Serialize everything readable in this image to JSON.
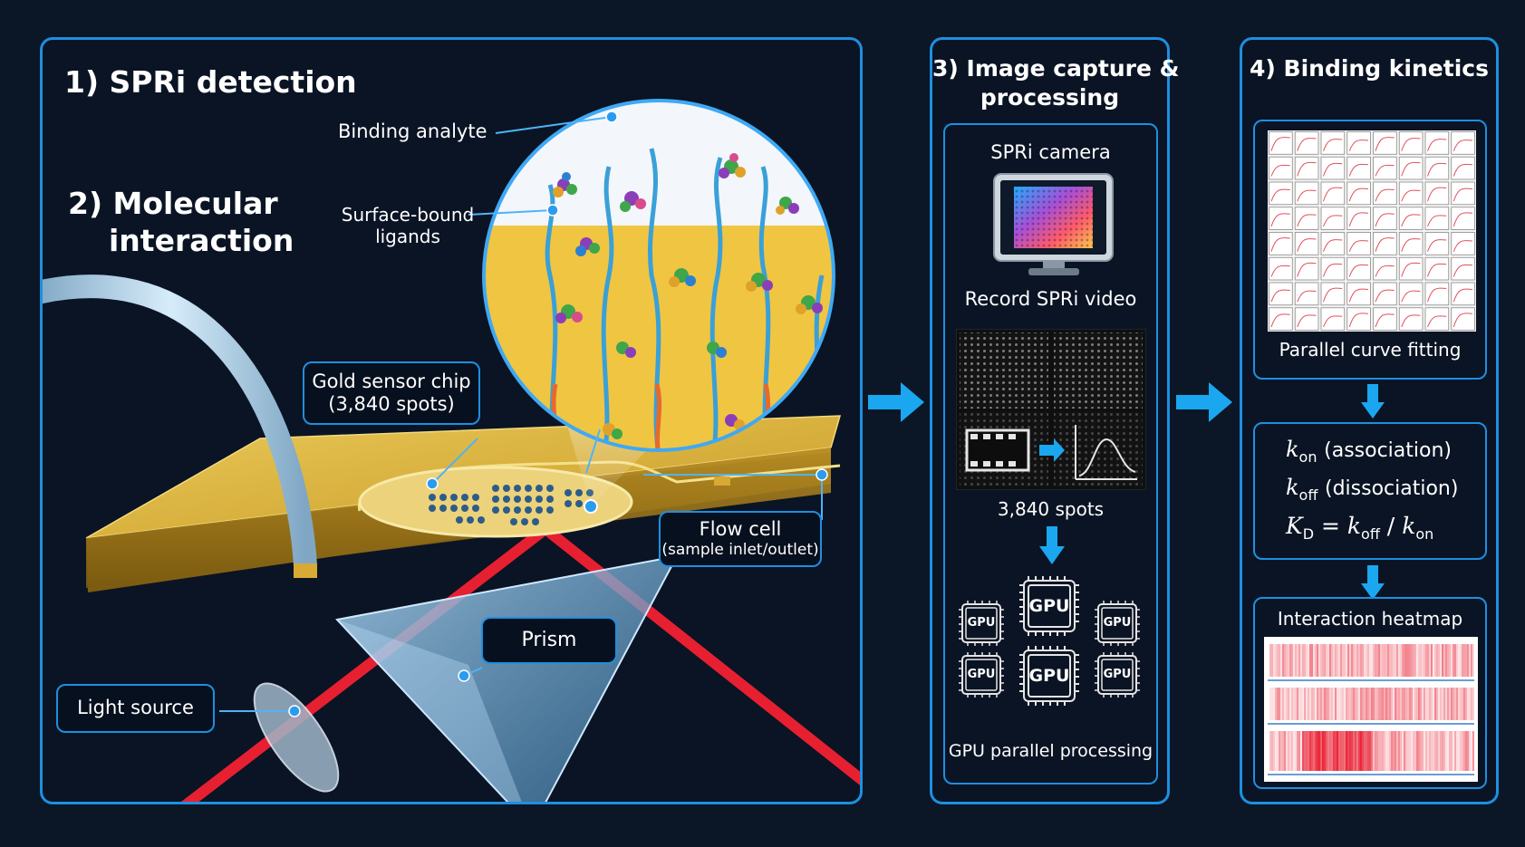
{
  "panel1": {
    "title_1": "1) SPRi detection",
    "title_2_line1": "2) Molecular",
    "title_2_line2": "interaction",
    "label_binding_analyte": "Binding analyte",
    "label_surface_line1": "Surface-bound",
    "label_surface_line2": "ligands",
    "gold_chip_line1": "Gold sensor chip",
    "gold_chip_line2": "(3,840 spots)",
    "flow_cell_line1": "Flow cell",
    "flow_cell_line2": "(sample inlet/outlet)",
    "prism": "Prism",
    "light_source": "Light source"
  },
  "panel3": {
    "title_line1": "3) Image capture &",
    "title_line2": "processing",
    "camera_label": "SPRi camera",
    "record_label": "Record SPRi video",
    "spots_label": "3,840 spots",
    "gpu_chip_label": "GPU",
    "gpu_label": "GPU parallel processing"
  },
  "panel4": {
    "title": "4) Binding kinetics",
    "curve_label": "Parallel curve fitting",
    "kon_symbol": "k",
    "kon_sub": "on",
    "kon_desc": "(association)",
    "koff_symbol": "k",
    "koff_sub": "off",
    "koff_desc": "(dissociation)",
    "kd_symbol": "K",
    "kd_sub": "D",
    "kd_eq": "=",
    "kd_num": "k",
    "kd_num_sub": "off",
    "kd_slash": "/",
    "kd_den": "k",
    "kd_den_sub": "on",
    "heatmap_label": "Interaction heatmap"
  },
  "colors": {
    "accent": "#1e8fe0",
    "arrow": "#1aa7f0",
    "gold": "#d9b23a",
    "laser": "#ff2233",
    "background": "#0b1626"
  }
}
